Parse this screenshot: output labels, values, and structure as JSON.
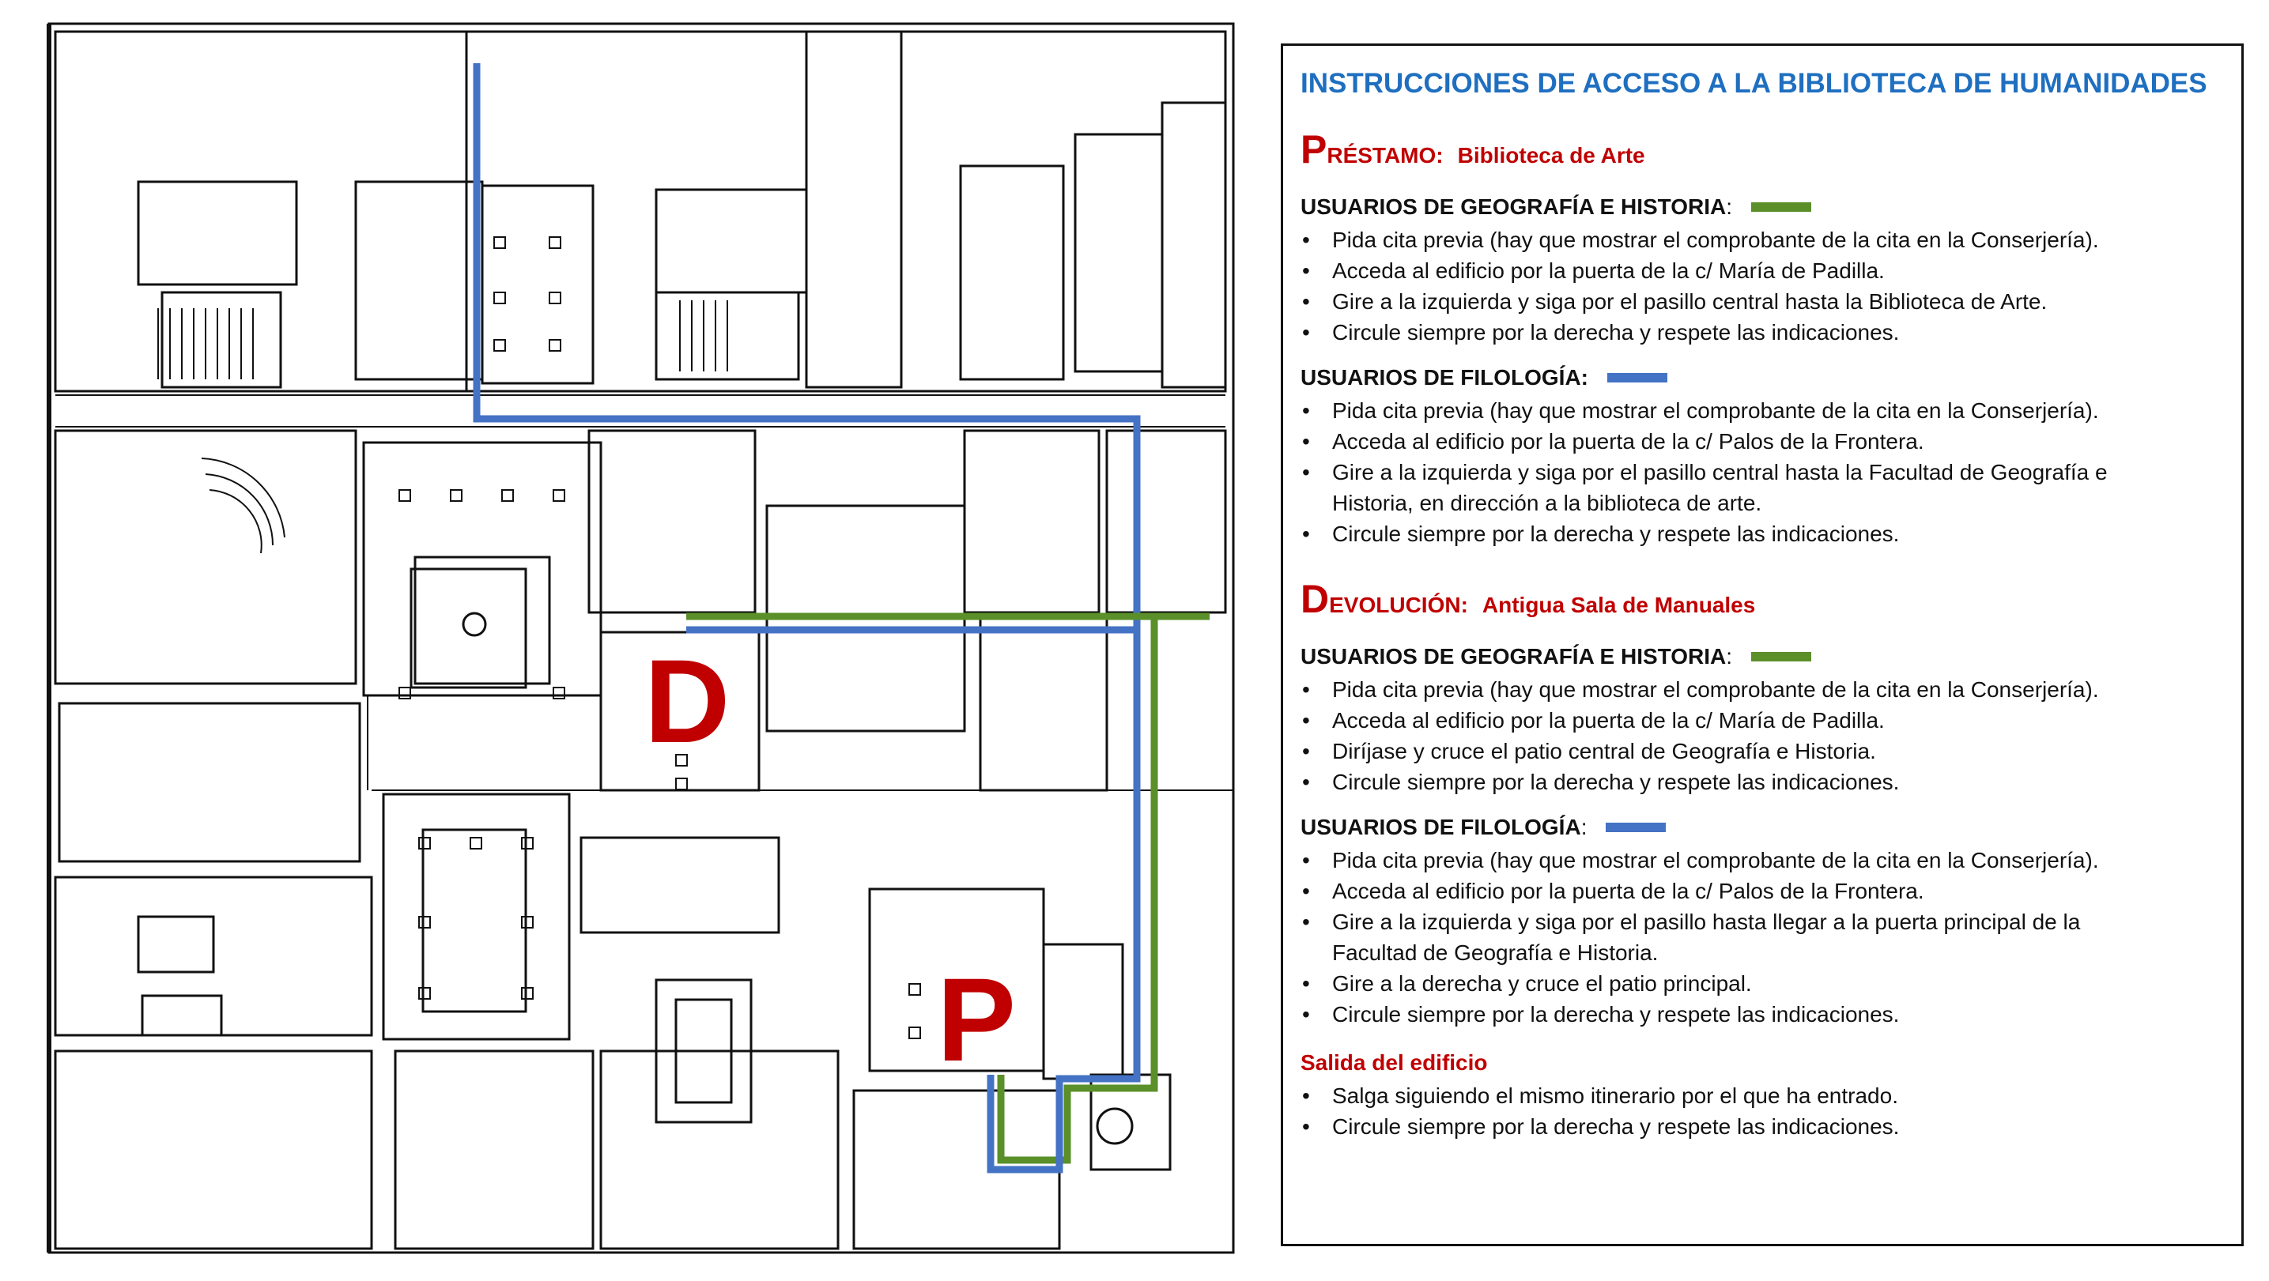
{
  "map": {
    "markers": [
      {
        "id": "D",
        "label": "D"
      },
      {
        "id": "P",
        "label": "P"
      }
    ],
    "route_colors": {
      "geografia": "#5a8f2a",
      "filologia": "#4472c4"
    }
  },
  "panel": {
    "title": "INSTRUCCIONES DE ACCESO A LA BIBLIOTECA DE HUMANIDADES",
    "prestamo": {
      "initial": "P",
      "rest": "RÉSTAMO:",
      "place": "Biblioteca de Arte",
      "groups": [
        {
          "heading": "USUARIOS DE GEOGRAFÍA E HISTORIA",
          "suffix": ":",
          "color": "green",
          "steps": [
            "Pida cita previa (hay que mostrar el comprobante de la cita en la Conserjería).",
            "Acceda al edificio por la puerta de la c/ María de Padilla.",
            "Gire a la izquierda y siga por el pasillo central hasta la Biblioteca de Arte.",
            "Circule siempre por la derecha y respete las indicaciones."
          ]
        },
        {
          "heading": "USUARIOS DE FILOLOGÍA:",
          "suffix": "",
          "color": "blue",
          "steps": [
            "Pida cita previa (hay que mostrar el comprobante de la cita en la Conserjería).",
            "Acceda al edificio por la puerta de la c/ Palos de la Frontera.",
            "Gire a la izquierda y siga por el pasillo central hasta la Facultad de Geografía e",
            "Historia, en dirección a la biblioteca de arte.",
            "Circule siempre por la derecha y respete las indicaciones."
          ]
        }
      ]
    },
    "devolucion": {
      "initial": "D",
      "rest": "EVOLUCIÓN:",
      "place": "Antigua Sala de Manuales",
      "groups": [
        {
          "heading": "USUARIOS DE GEOGRAFÍA E HISTORIA",
          "suffix": ":",
          "color": "green",
          "steps": [
            "Pida cita previa (hay que mostrar el comprobante de la cita en la Conserjería).",
            "Acceda al edificio por la puerta de la c/ María de Padilla.",
            "Diríjase y cruce el patio central de Geografía e Historia.",
            "Circule siempre por la derecha y respete las indicaciones."
          ]
        },
        {
          "heading": "USUARIOS DE FILOLOGÍA",
          "suffix": ":",
          "color": "blue",
          "steps": [
            "Pida cita previa (hay que mostrar el comprobante de la cita en la Conserjería).",
            "Acceda al edificio por la puerta de la c/ Palos de la Frontera.",
            "Gire a la izquierda y siga por el pasillo hasta llegar a la puerta principal de la",
            "Facultad de Geografía e Historia.",
            "Gire a la derecha y cruce el patio principal.",
            "Circule siempre por la derecha y respete las indicaciones."
          ]
        }
      ]
    },
    "salida": {
      "heading": "Salida del edificio",
      "steps": [
        "Salga siguiendo el mismo itinerario por el que ha entrado.",
        "Circule siempre por la derecha y respete las indicaciones."
      ]
    }
  }
}
